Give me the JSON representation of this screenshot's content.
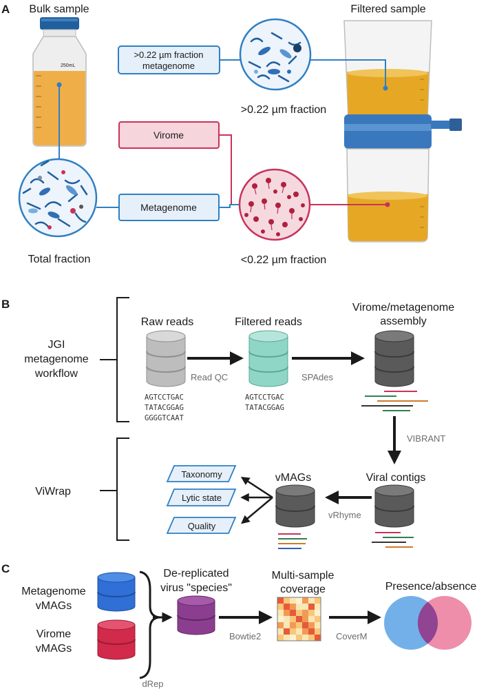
{
  "panel_a": {
    "label": "A",
    "bulk_sample": "Bulk sample",
    "bottle_volume": "250mL",
    "filtered_sample": "Filtered sample",
    "large_fraction_box": ">0.22 µm fraction",
    "large_fraction_box_2": "metagenome",
    "large_fraction": ">0.22 µm fraction",
    "virome": "Virome",
    "metagenome": "Metagenome",
    "total_fraction": "Total fraction",
    "small_fraction": "<0.22 µm fraction",
    "colors": {
      "blue": "#2f7fc2",
      "red": "#c8325a",
      "amber": "#e3a41f"
    }
  },
  "panel_b": {
    "label": "B",
    "jgi_1": "JGI",
    "jgi_2": "metagenome",
    "jgi_3": "workflow",
    "viwrap": "ViWrap",
    "raw_reads": "Raw reads",
    "filtered_reads": "Filtered reads",
    "assembly_1": "Virome/metagenome",
    "assembly_2": "assembly",
    "read_qc": "Read QC",
    "spades": "SPAdes",
    "raw_seq_1": "AGTCCTGAC",
    "raw_seq_2": "TATACGGAG",
    "raw_seq_3": "GGGGTCAAT",
    "filt_seq_1": "AGTCCTGAC",
    "filt_seq_2": "TATACGGAG",
    "vibrant": "VIBRANT",
    "viral_contigs": "Viral contigs",
    "vmags": "vMAGs",
    "vrhyme": "vRhyme",
    "taxonomy": "Taxonomy",
    "lytic_state": "Lytic state",
    "quality": "Quality"
  },
  "panel_c": {
    "label": "C",
    "meta_vmags_1": "Metagenome",
    "meta_vmags_2": "vMAGs",
    "virome_vmags_1": "Virome",
    "virome_vmags_2": "vMAGs",
    "derep_1": "De-replicated",
    "derep_2": "virus \"species\"",
    "drep": "dRep",
    "bowtie2": "Bowtie2",
    "coverage_1": "Multi-sample",
    "coverage_2": "coverage",
    "coverm": "CoverM",
    "presence": "Presence/absence"
  }
}
